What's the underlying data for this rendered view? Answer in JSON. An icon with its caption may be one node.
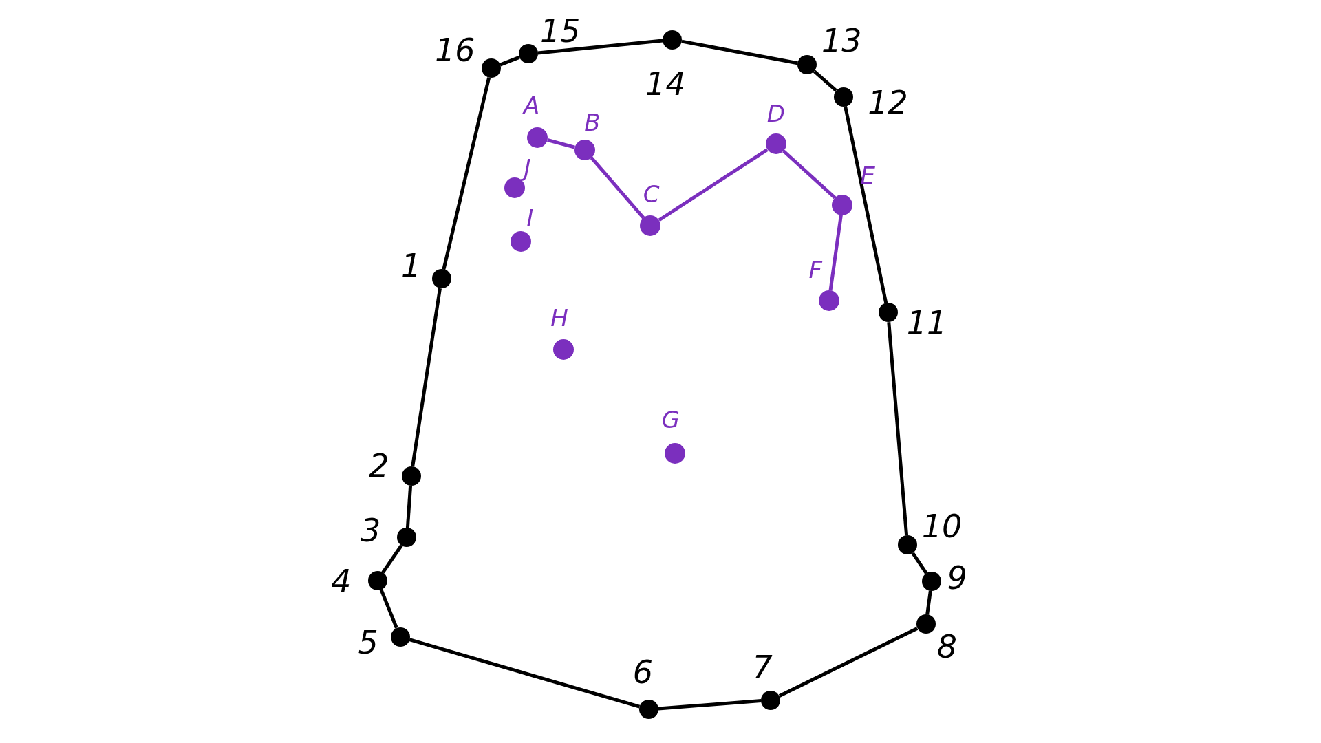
{
  "diagram": {
    "nodes": [
      {
        "text": [
          "1"
        ]
      },
      {
        "text": [
          "2"
        ]
      },
      {
        "text": [
          "3"
        ]
      },
      {
        "text": [
          "4"
        ]
      },
      {
        "text": [
          "5"
        ]
      },
      {
        "text": [
          "6"
        ]
      },
      {
        "text": [
          "7"
        ]
      },
      {
        "text": [
          "8"
        ]
      },
      {
        "text": [
          "9"
        ]
      },
      {
        "text": [
          "10"
        ]
      },
      {
        "text": [
          "11"
        ]
      },
      {
        "text": [
          "12"
        ]
      },
      {
        "text": [
          "13"
        ]
      },
      {
        "text": [
          "14"
        ]
      },
      {
        "text": [
          "15"
        ]
      },
      {
        "text": [
          "16"
        ]
      },
      {
        "text": [
          "A"
        ]
      },
      {
        "text": [
          "B"
        ]
      },
      {
        "text": [
          "C"
        ]
      },
      {
        "text": [
          "D"
        ]
      },
      {
        "text": [
          "E"
        ]
      },
      {
        "text": [
          "F"
        ]
      },
      {
        "text": [
          "G"
        ]
      },
      {
        "text": [
          "H"
        ]
      },
      {
        "text": [
          "I"
        ]
      },
      {
        "text": [
          "J"
        ]
      }
    ],
    "edges": [
      {
        "from": 0,
        "to": 1,
        "arrow": "none"
      },
      {
        "from": 1,
        "to": 2,
        "arrow": "none"
      },
      {
        "from": 2,
        "to": 3,
        "arrow": "none"
      },
      {
        "from": 3,
        "to": 4,
        "arrow": "none"
      },
      {
        "from": 4,
        "to": 5,
        "arrow": "none"
      },
      {
        "from": 5,
        "to": 6,
        "arrow": "none"
      },
      {
        "from": 6,
        "to": 7,
        "arrow": "none"
      },
      {
        "from": 7,
        "to": 8,
        "arrow": "none"
      },
      {
        "from": 8,
        "to": 9,
        "arrow": "none"
      },
      {
        "from": 9,
        "to": 10,
        "arrow": "none"
      },
      {
        "from": 10,
        "to": 11,
        "arrow": "none"
      },
      {
        "from": 11,
        "to": 12,
        "arrow": "none"
      },
      {
        "from": 12,
        "to": 13,
        "arrow": "none"
      },
      {
        "from": 13,
        "to": 14,
        "arrow": "none"
      },
      {
        "from": 14,
        "to": 15,
        "arrow": "none"
      },
      {
        "from": 15,
        "to": 0,
        "arrow": "none"
      },
      {
        "from": 16,
        "to": 17,
        "arrow": "none",
        "color": "#7b2fbe"
      },
      {
        "from": 17,
        "to": 18,
        "arrow": "none",
        "color": "#7b2fbe"
      },
      {
        "from": 18,
        "to": 19,
        "arrow": "none",
        "color": "#7b2fbe"
      },
      {
        "from": 19,
        "to": 20,
        "arrow": "none",
        "color": "#7b2fbe"
      },
      {
        "from": 20,
        "to": 21,
        "arrow": "none",
        "color": "#7b2fbe"
      }
    ]
  }
}
